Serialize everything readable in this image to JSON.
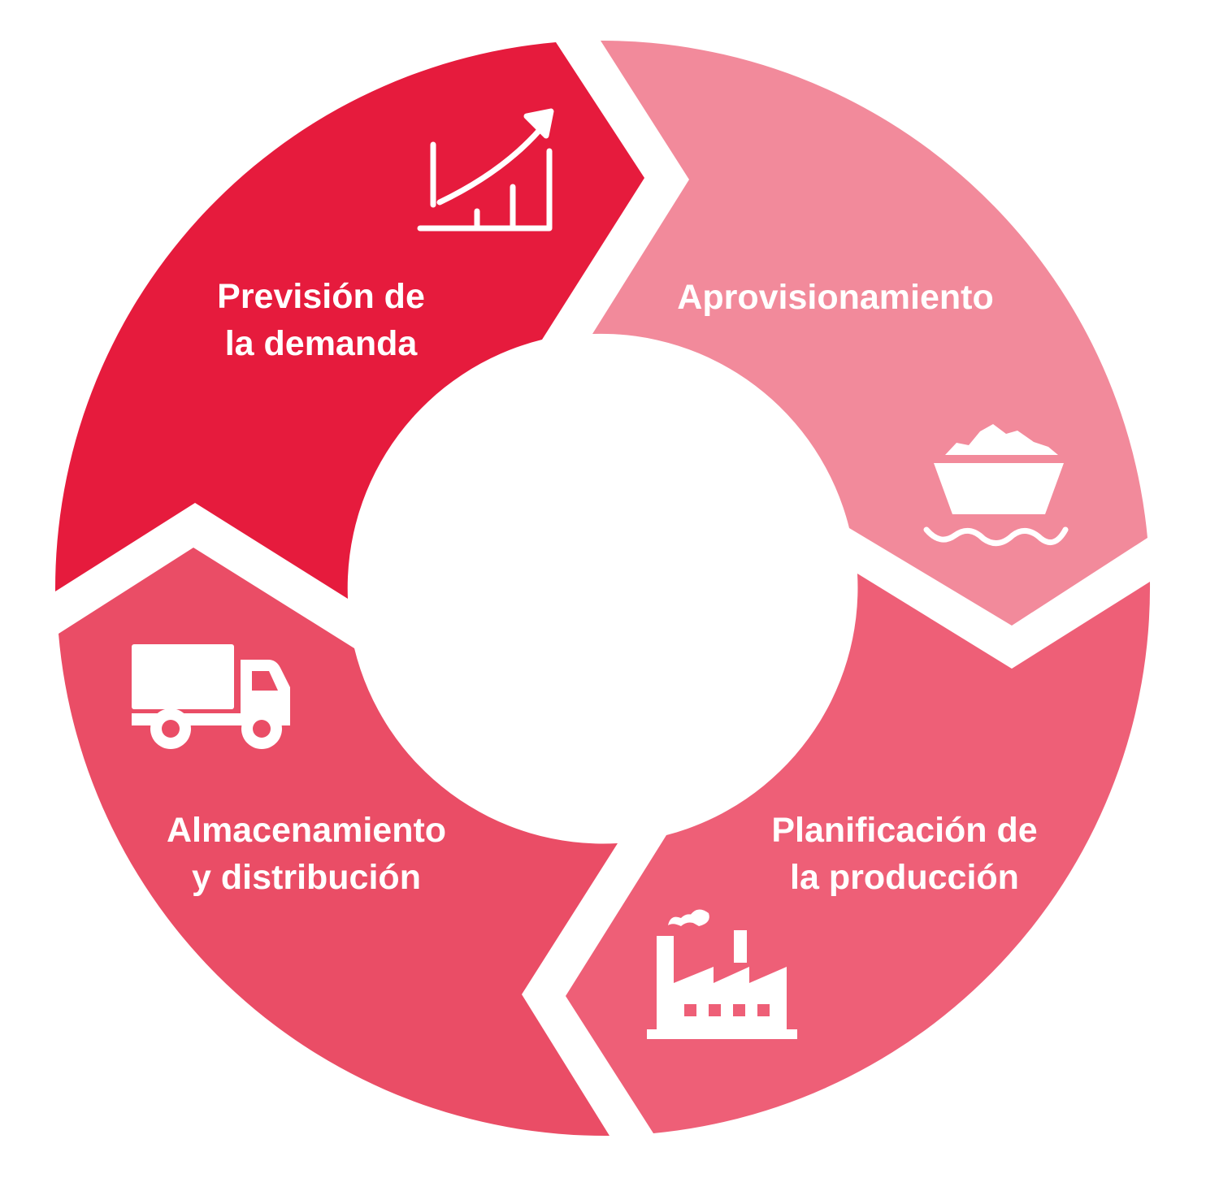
{
  "diagram": {
    "stages": [
      {
        "id": "forecast",
        "lines": [
          "Previsión de",
          "la demanda"
        ],
        "color": "#e61b3d",
        "icon": "trending-chart-icon"
      },
      {
        "id": "procurement",
        "lines": [
          "Aprovisionamiento"
        ],
        "color": "#f28a9b",
        "icon": "ore-cart-icon"
      },
      {
        "id": "production",
        "lines": [
          "Planificación de",
          "la producción"
        ],
        "color": "#ee5f77",
        "icon": "factory-icon"
      },
      {
        "id": "distribution",
        "lines": [
          "Almacenamiento",
          "y distribución"
        ],
        "color": "#ea4d66",
        "icon": "delivery-truck-icon"
      }
    ]
  }
}
